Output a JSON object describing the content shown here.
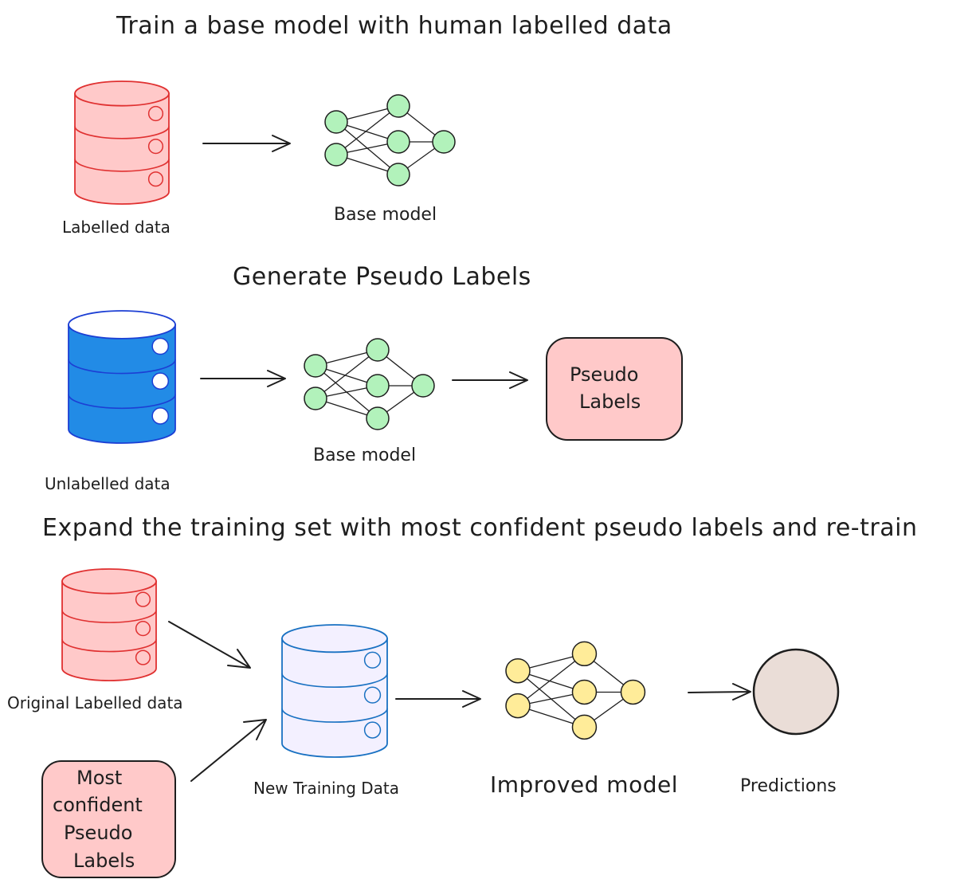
{
  "colors": {
    "ink": "#1e1e1e",
    "red_stroke": "#e03131",
    "red_fill": "#ffc9c9",
    "blue_stroke": "#1c3fd4",
    "blue_fill": "#228be6",
    "lavender_stroke": "#1971c2",
    "lavender_fill": "#f3f0ff",
    "green_fill": "#b2f2bb",
    "yellow_fill": "#ffec99",
    "prediction_fill": "#eaddd7",
    "white": "#ffffff"
  },
  "sections": [
    {
      "title": "Train a base model with human labelled data",
      "database_label": "Labelled data",
      "model_label": "Base model"
    },
    {
      "title": "Generate Pseudo Labels",
      "database_label": "Unlabelled data",
      "model_label": "Base model",
      "output_box_lines": [
        "Pseudo",
        "Labels"
      ]
    },
    {
      "title": "Expand the training set with most confident pseudo labels and re-train",
      "original_database_label": "Original Labelled data",
      "confident_box_lines": [
        "Most",
        "confident",
        "Pseudo",
        "Labels"
      ],
      "new_database_label": "New Training Data",
      "model_label": "Improved model",
      "output_label": "Predictions"
    }
  ]
}
